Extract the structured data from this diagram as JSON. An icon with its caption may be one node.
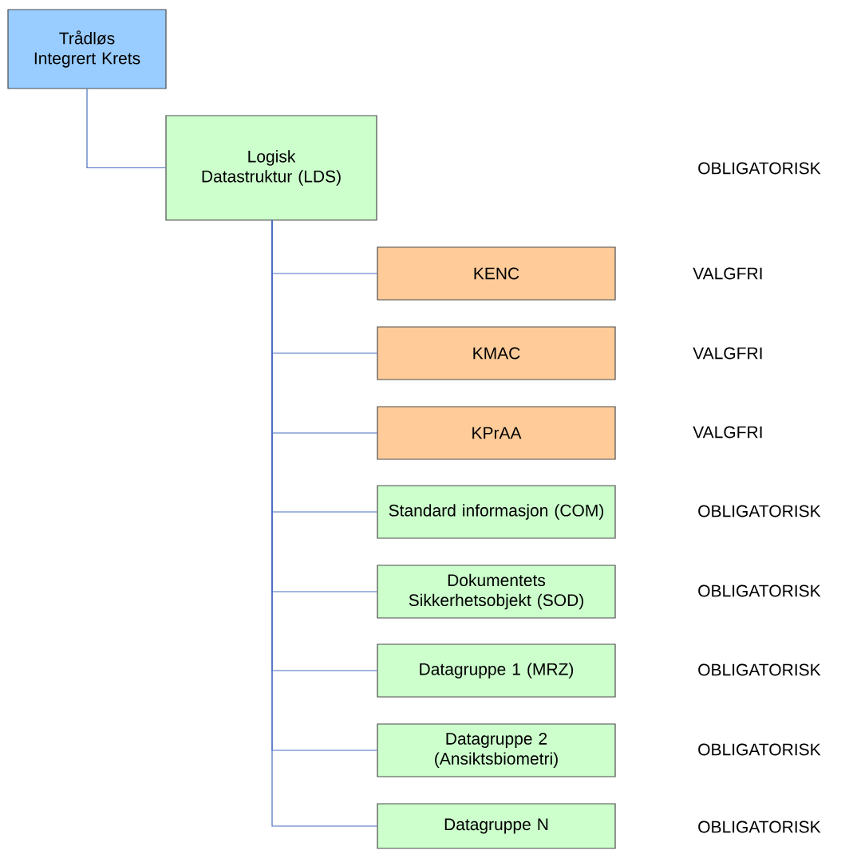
{
  "diagram": {
    "nodes": [
      {
        "text": [
          "Trådløs Integrert Krets"
        ]
      },
      {
        "text": [
          "Logisk Datastruktur (LDS)"
        ]
      },
      {
        "text": [
          "KENC"
        ]
      },
      {
        "text": [
          "KMAC"
        ]
      },
      {
        "text": [
          "KPrAA"
        ]
      },
      {
        "text": [
          "Standard informasjon (COM)"
        ]
      },
      {
        "text": [
          "Dokumentets Sikkerhetsobjekt (SOD)"
        ]
      },
      {
        "text": [
          "Datagruppe 1 (MRZ)"
        ]
      },
      {
        "text": [
          "Datagruppe 2 (Ansiktsbiometri)"
        ]
      },
      {
        "text": [
          "Datagruppe N"
        ]
      }
    ],
    "edges": [
      {
        "from": 0,
        "to": 1,
        "arrow": "none"
      },
      {
        "from": 1,
        "to": 2,
        "arrow": "none"
      },
      {
        "from": 1,
        "to": 3,
        "arrow": "none"
      },
      {
        "from": 1,
        "to": 4,
        "arrow": "none"
      },
      {
        "from": 1,
        "to": 5,
        "arrow": "none"
      },
      {
        "from": 1,
        "to": 6,
        "arrow": "none"
      },
      {
        "from": 1,
        "to": 7,
        "arrow": "none"
      },
      {
        "from": 1,
        "to": 8,
        "arrow": "none"
      },
      {
        "from": 1,
        "to": 9,
        "arrow": "none"
      }
    ],
    "labels": [
      "OBLIGATORISK",
      "VALGFRI",
      "VALGFRI",
      "VALGFRI",
      "OBLIGATORISK",
      "OBLIGATORISK",
      "OBLIGATORISK",
      "OBLIGATORISK",
      "OBLIGATORISK"
    ]
  }
}
